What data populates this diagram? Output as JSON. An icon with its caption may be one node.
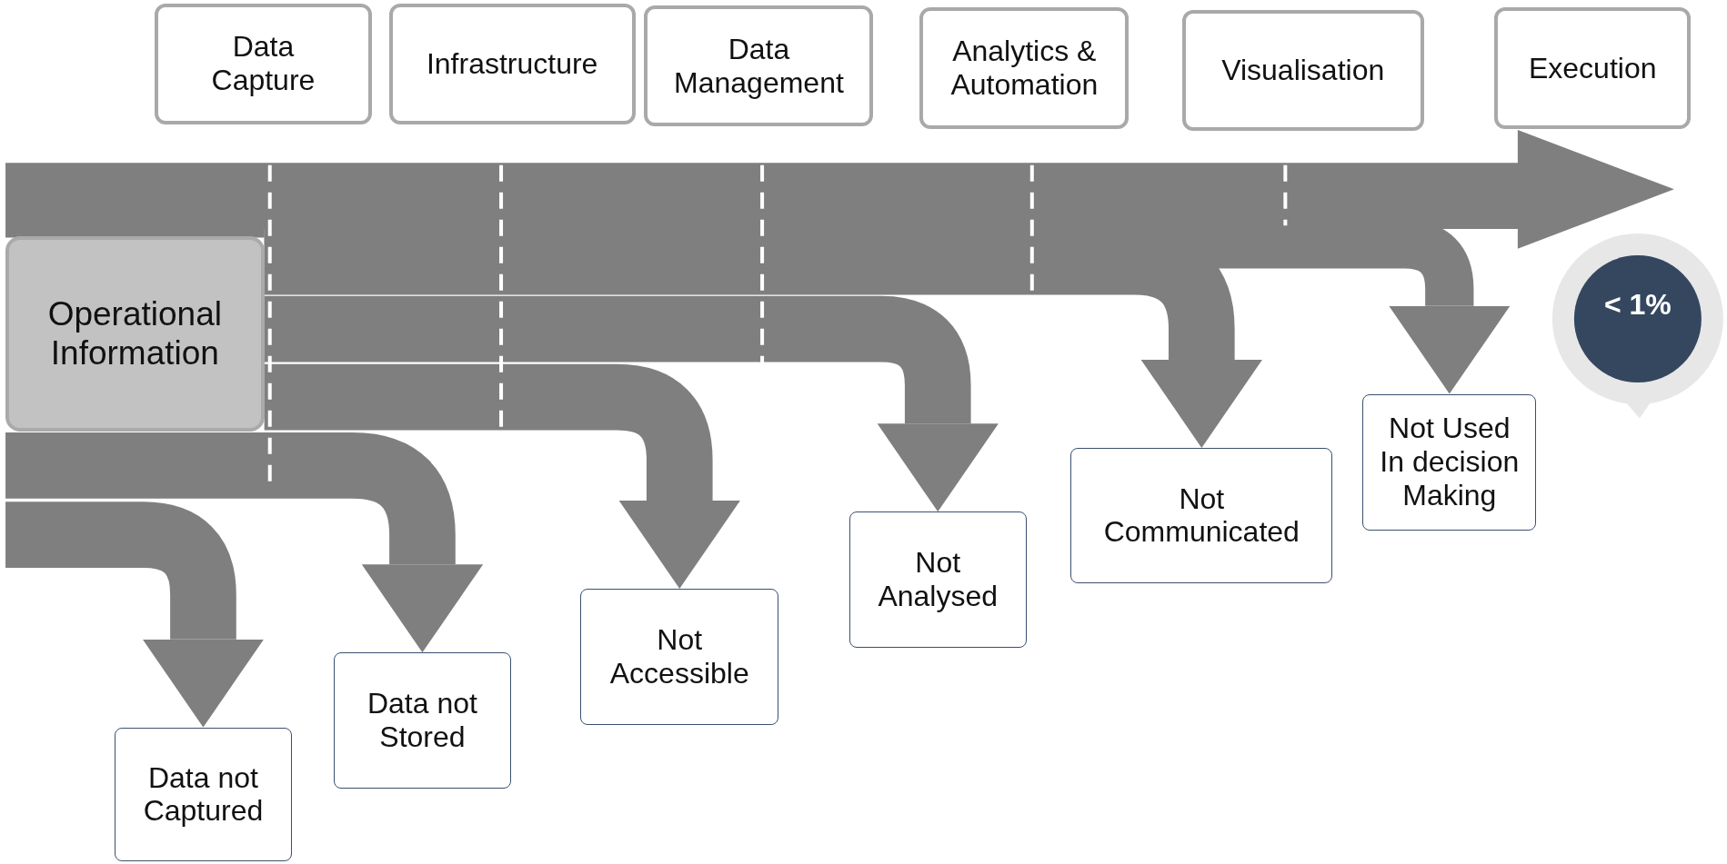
{
  "diagram": {
    "nodes": [
      {
        "text": [
          "Data Capture"
        ]
      },
      {
        "text": [
          "Infrastructure"
        ]
      },
      {
        "text": [
          "Data Management"
        ]
      },
      {
        "text": [
          "Analytics & Automation"
        ]
      },
      {
        "text": [
          "Visualisation"
        ]
      },
      {
        "text": [
          "Execution"
        ]
      },
      {
        "text": [
          "Operational Information"
        ]
      },
      {
        "text": [
          "Data not Captured"
        ]
      },
      {
        "text": [
          "Data not Stored"
        ]
      },
      {
        "text": [
          "Not Accessible"
        ]
      },
      {
        "text": [
          "Not Analysed"
        ]
      },
      {
        "text": [
          "Not Communicated"
        ]
      },
      {
        "text": [
          "Not Used In decision Making"
        ]
      },
      {
        "text": [
          "< 1%"
        ]
      }
    ],
    "edges": [
      {
        "from": null,
        "to": 7,
        "arrow": "to"
      },
      {
        "from": null,
        "to": 8,
        "arrow": "to"
      },
      {
        "from": 6,
        "to": 9,
        "arrow": "to"
      },
      {
        "from": 6,
        "to": 10,
        "arrow": "to"
      },
      {
        "from": 6,
        "to": 11,
        "arrow": "to"
      },
      {
        "from": 6,
        "to": 12,
        "arrow": "to"
      }
    ]
  }
}
